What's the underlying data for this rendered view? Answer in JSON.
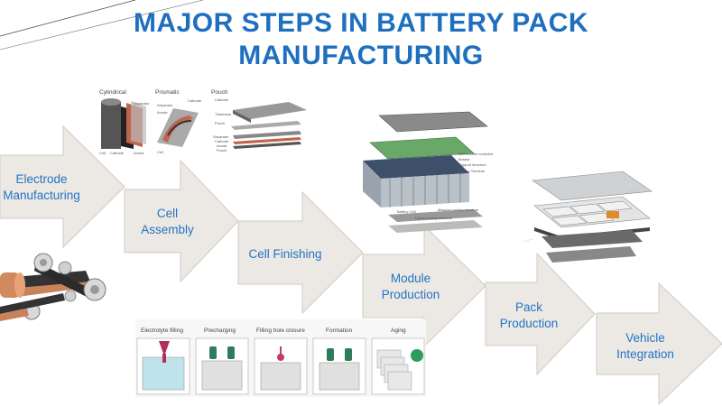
{
  "title": {
    "line1": "MAJOR STEPS IN BATTERY PACK",
    "line2": "MANUFACTURING"
  },
  "steps": [
    {
      "line1": "Electrode",
      "line2": "Manufacturing"
    },
    {
      "line1": "Cell",
      "line2": "Assembly"
    },
    {
      "line1": "Cell Finishing",
      "line2": ""
    },
    {
      "line1": "Module",
      "line2": "Production"
    },
    {
      "line1": "Pack",
      "line2": "Production"
    },
    {
      "line1": "Vehicle",
      "line2": "Integration"
    }
  ],
  "cell_types": {
    "cylindrical": "Cylindrical",
    "prismatic": "Prismatic",
    "pouch": "Pouch",
    "cylindrical_parts": [
      "Separator",
      "Cell",
      "Cathode",
      "Anode"
    ],
    "prismatic_parts": [
      "Separator",
      "Cathode",
      "Anode",
      "Cell"
    ],
    "pouch_parts": [
      "Cathode",
      "Thickness",
      "Pouch",
      "Separator",
      "Cathode",
      "Anode",
      "Pouch"
    ]
  },
  "finishing_stages": [
    "Electrolyte filling",
    "Precharging",
    "Filling hole closure",
    "Formation",
    "Aging"
  ],
  "module_parts": [
    "Cell module controller",
    "Busbar",
    "Support structure",
    "Battery Terminal",
    "Battery Cell",
    "Massive cooling structure",
    "Liquid cooling structure"
  ],
  "colors": {
    "title": "#1f6fbf",
    "step_text": "#2373c4",
    "arrow_fill": "#ece9e4",
    "arrow_stroke": "#cfcac3"
  }
}
